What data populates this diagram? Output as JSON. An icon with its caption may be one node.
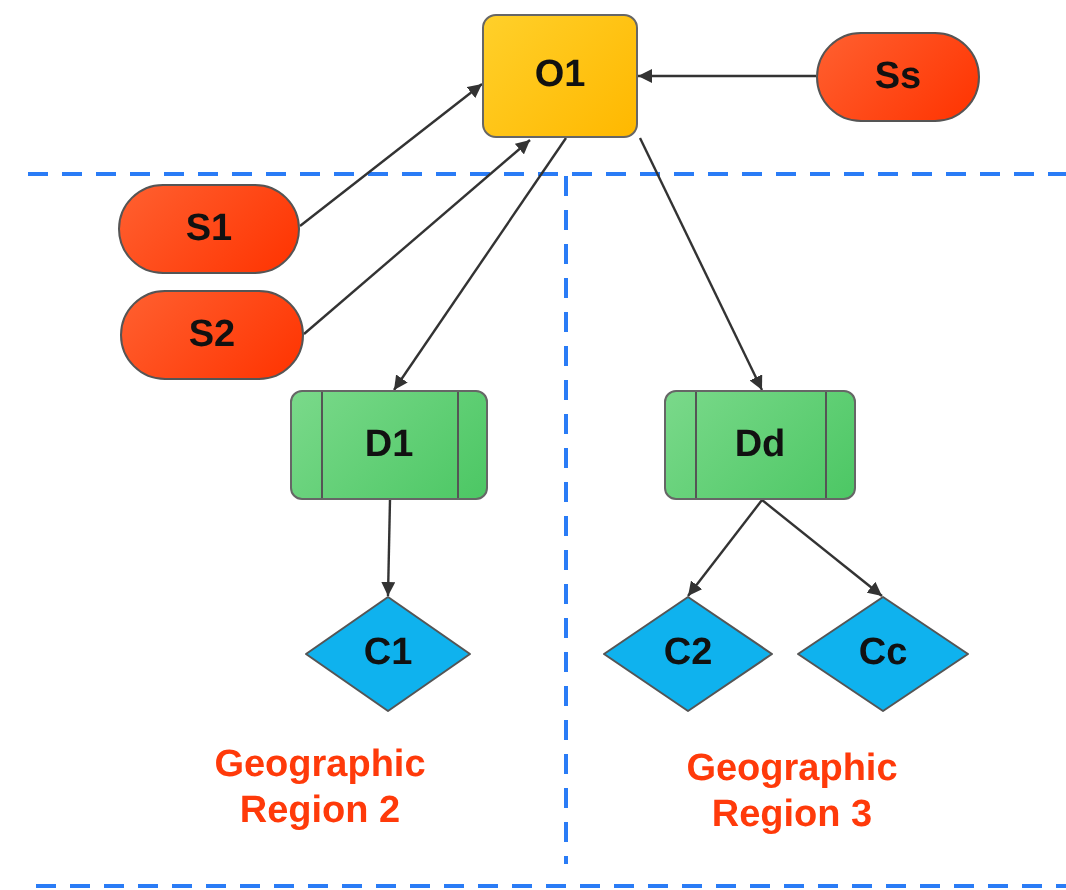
{
  "diagram": {
    "nodes": [
      {
        "text": [
          "O1"
        ]
      },
      {
        "text": [
          "Ss"
        ]
      },
      {
        "text": [
          "S1"
        ]
      },
      {
        "text": [
          "S2"
        ]
      },
      {
        "text": [
          "D1"
        ]
      },
      {
        "text": [
          "Dd"
        ]
      },
      {
        "text": [
          "C1"
        ]
      },
      {
        "text": [
          "C2"
        ]
      },
      {
        "text": [
          "Cc"
        ]
      }
    ],
    "edges": [
      {
        "from": 1,
        "to": 0,
        "arrow": "to"
      },
      {
        "from": 2,
        "to": 0,
        "arrow": "to"
      },
      {
        "from": 3,
        "to": 0,
        "arrow": "to"
      },
      {
        "from": 0,
        "to": 4,
        "arrow": "to"
      },
      {
        "from": 0,
        "to": 5,
        "arrow": "to"
      },
      {
        "from": 4,
        "to": 6,
        "arrow": "to"
      },
      {
        "from": 5,
        "to": 7,
        "arrow": "to"
      },
      {
        "from": 5,
        "to": 8,
        "arrow": "to"
      }
    ],
    "labels": [
      "Geographic Region 2",
      "Geographic Region 3"
    ]
  }
}
